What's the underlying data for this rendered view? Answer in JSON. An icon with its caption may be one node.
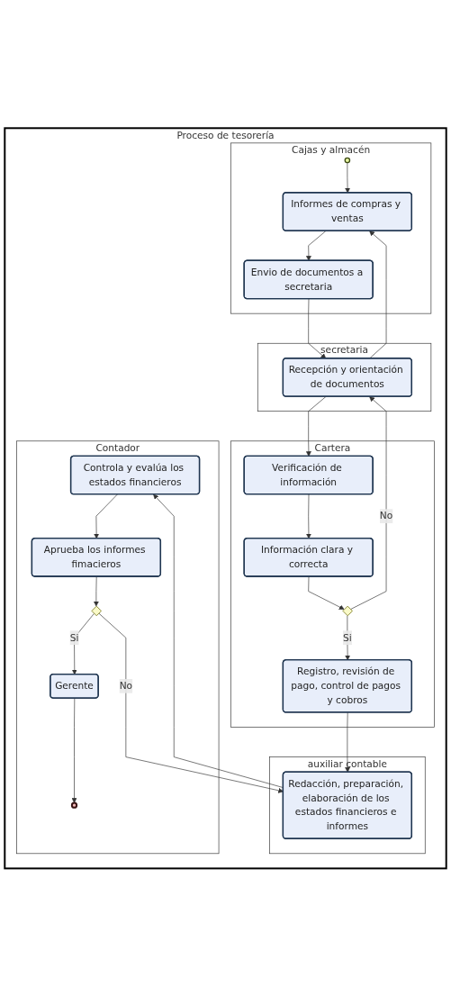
{
  "diagram": {
    "nodes": [
      {
        "text": [
          "Proceso de tesorería"
        ]
      },
      {
        "text": [
          "Cajas y almacén"
        ],
        "in": 0
      },
      {
        "text": [],
        "shape": "circle",
        "in": 1
      },
      {
        "text": [
          "Informes de compras y ventas"
        ],
        "in": 1
      },
      {
        "text": [
          "Envio de documentos a secretaria"
        ],
        "in": 1
      },
      {
        "text": [
          "secretaria"
        ],
        "in": 0
      },
      {
        "text": [
          "Recepción y orientación de documentos"
        ],
        "in": 5
      },
      {
        "text": [
          "Cartera"
        ],
        "in": 0
      },
      {
        "text": [
          "Verificación de información"
        ],
        "in": 7
      },
      {
        "text": [
          "Información clara y correcta"
        ],
        "in": 7
      },
      {
        "text": [],
        "shape": "diamond",
        "in": 7
      },
      {
        "text": [
          "Registro, revisión de pago, control de pagos y cobros"
        ],
        "in": 7
      },
      {
        "text": [
          "auxiliar contable"
        ],
        "in": 0
      },
      {
        "text": [
          "Redacción, preparación, elaboración de los estados financieros e informes"
        ],
        "in": 12
      },
      {
        "text": [
          "Contador"
        ],
        "in": 0
      },
      {
        "text": [
          "Controla y evalúa los estados financieros"
        ],
        "in": 14
      },
      {
        "text": [
          "Aprueba los informes fimacieros"
        ],
        "in": 14
      },
      {
        "text": [],
        "shape": "diamond",
        "in": 14
      },
      {
        "text": [
          "Gerente"
        ],
        "in": 14
      },
      {
        "text": [],
        "shape": "circle",
        "in": 14
      }
    ],
    "edges": [
      {
        "from": 2,
        "to": 3,
        "arrow": "to"
      },
      {
        "from": 3,
        "to": 4,
        "arrow": "to"
      },
      {
        "from": 4,
        "to": 6,
        "arrow": "to"
      },
      {
        "from": 6,
        "to": 3,
        "arrow": "to"
      },
      {
        "from": 6,
        "to": 8,
        "arrow": "to"
      },
      {
        "from": 8,
        "to": 9,
        "arrow": "to"
      },
      {
        "from": 9,
        "to": 10,
        "arrow": "to"
      },
      {
        "from": 10,
        "to": 6,
        "arrow": "to",
        "label": "No"
      },
      {
        "from": 10,
        "to": 11,
        "arrow": "to",
        "label": "Si"
      },
      {
        "from": 11,
        "to": 13,
        "arrow": "to"
      },
      {
        "from": 13,
        "to": 15,
        "arrow": "to"
      },
      {
        "from": 15,
        "to": 16,
        "arrow": "to"
      },
      {
        "from": 16,
        "to": 17,
        "arrow": "to"
      },
      {
        "from": 17,
        "to": 13,
        "arrow": "to",
        "label": "No"
      },
      {
        "from": 17,
        "to": 18,
        "arrow": "to",
        "label": "Si"
      },
      {
        "from": 18,
        "to": 19,
        "arrow": "to"
      }
    ]
  }
}
